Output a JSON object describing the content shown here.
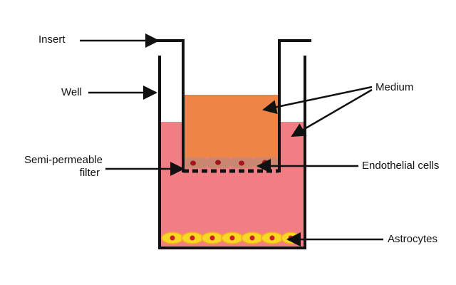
{
  "labels": {
    "insert": "Insert",
    "well": "Well",
    "filter_line1": "Semi-permeable",
    "filter_line2": "filter",
    "medium": "Medium",
    "endothelial": "Endothelial cells",
    "astrocytes": "Astrocytes"
  },
  "colors": {
    "outer_medium": "#f07e84",
    "inner_medium": "#ef8447",
    "endothelial_cell": "#c9876f",
    "cell_nucleus": "#a4161d",
    "astrocyte": "#f9d626",
    "astrocyte_nucleus": "#cc1f1f",
    "wall": "#111111"
  }
}
